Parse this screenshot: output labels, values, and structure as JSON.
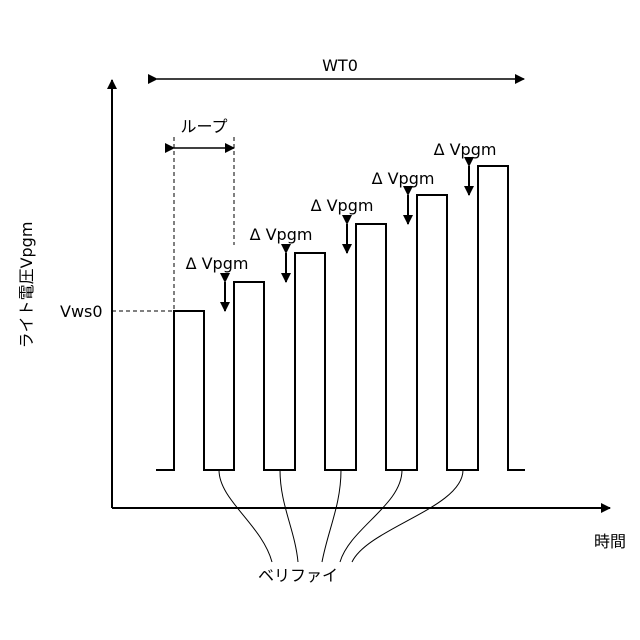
{
  "diagram": {
    "y_axis_label": "ライト電圧Vpgm",
    "x_axis_label": "時間",
    "top_span_label": "WT0",
    "loop_label": "ループ",
    "initial_voltage_label": "Vws0",
    "step_label": "Δ Vpgm",
    "verify_label": "ベリファイ",
    "pulse_count": 6
  }
}
